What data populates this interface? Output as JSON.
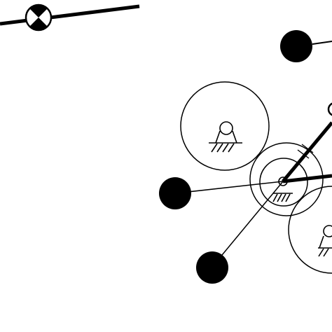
{
  "diagram": {
    "ink_color": "#000000",
    "background_color": "#ffffff",
    "components": [
      "ball-joint-marker",
      "revolute-pivot-with-ground",
      "fixed-ground-support",
      "lumped-mass",
      "rigid-link"
    ]
  }
}
